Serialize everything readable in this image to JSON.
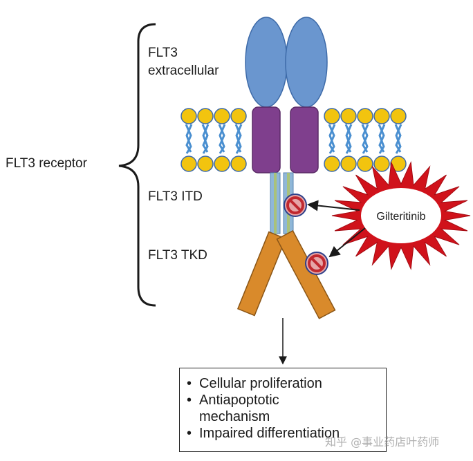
{
  "labels": {
    "extracellular_line1": "FLT3",
    "extracellular_line2": "extracellular",
    "receptor": "FLT3 receptor",
    "itd": "FLT3 ITD",
    "tkd": "FLT3 TKD"
  },
  "drug": {
    "name": "Gilteritinib"
  },
  "outcomes": [
    "Cellular proliferation",
    "Antiapoptotic",
    "mechanism",
    "Impaired differentiation"
  ],
  "watermark": "知乎 @事业药店叶药师",
  "colors": {
    "extracellular_domain": "#6a96cf",
    "transmembrane_domain": "#7f3f8d",
    "membrane_head": "#f2c40f",
    "membrane_tail": "#4a8fd0",
    "itd_segment": "#a9c27a",
    "tkd_segment": "#d98a2b",
    "drug_burst": "#d0121b",
    "inhibit_symbol": "#c0282f"
  }
}
